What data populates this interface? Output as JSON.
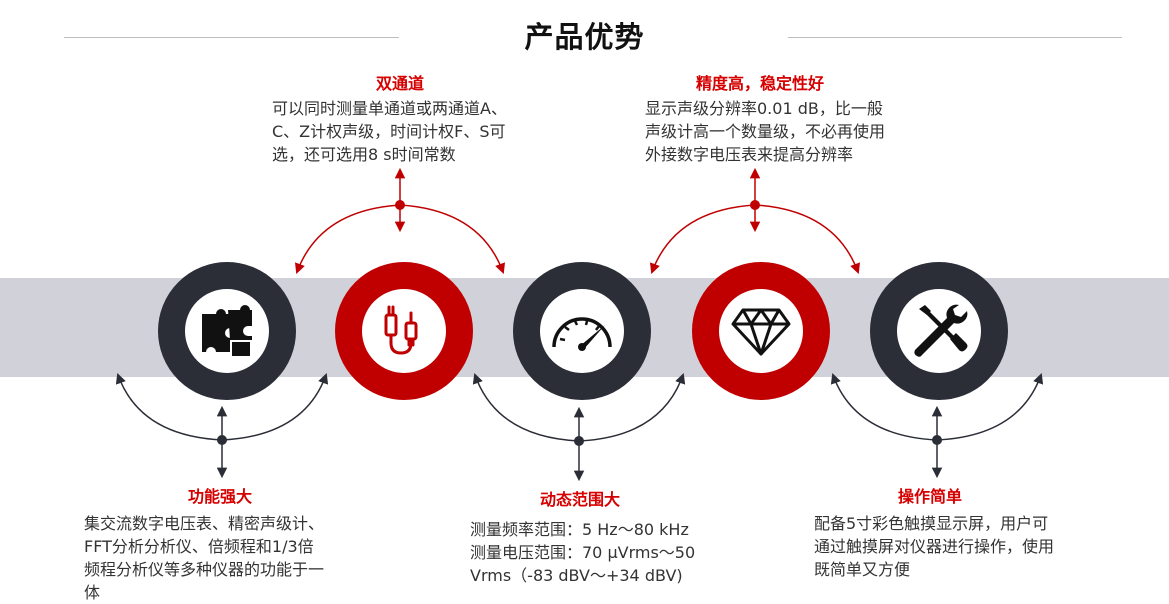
{
  "page_title": "产品优势",
  "features": [
    {
      "title": "功能强大",
      "icon": "puzzle-icon",
      "lines": [
        "集交流数字电压表、精密声级计、",
        "FFT分析分析仪、倍频程和1/3倍",
        "频程分析仪等多种仪器的功能于一",
        "体"
      ]
    },
    {
      "title": "双通道",
      "icon": "cable-connector-icon",
      "lines": [
        "可以同时测量单通道或两通道A、",
        "C、Z计权声级，时间计权F、S可",
        "选，还可选用8 s时间常数"
      ]
    },
    {
      "title": "动态范围大",
      "icon": "speedometer-icon",
      "lines": [
        "测量频率范围：5 Hz～80 kHz",
        "测量电压范围：70  μVrms～50",
        "Vrms（-83 dBV～+34 dBV)"
      ]
    },
    {
      "title": "精度高，稳定性好",
      "icon": "diamond-icon",
      "lines": [
        "显示声级分辨率0.01 dB，比一般",
        "声级计高一个数量级，不必再使用",
        "外接数字电压表来提高分辨率"
      ]
    },
    {
      "title": "操作简单",
      "icon": "screwdriver-wrench-icon",
      "lines": [
        "配备5寸彩色触摸显示屏，用户可",
        "通过触摸屏对仪器进行操作，使用",
        "既简单又方便"
      ]
    }
  ],
  "colors": {
    "accent": "#c00000",
    "dark": "#2b2d37",
    "band": "#d1d2d9",
    "title_text": "#d60000"
  }
}
